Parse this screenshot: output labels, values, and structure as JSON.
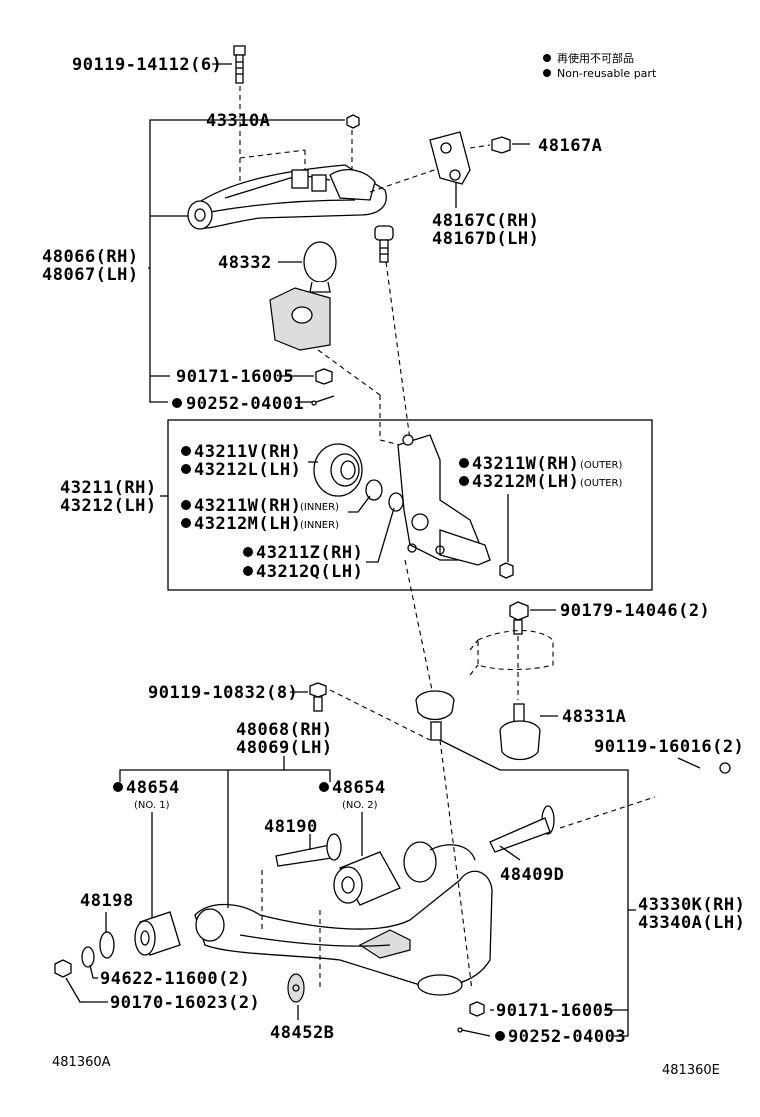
{
  "legend": {
    "line_ja": "再使用不可部品",
    "line_en": "Non-reusable part"
  },
  "labels": {
    "bolt_upper": "90119-14112(6)",
    "upper_arm_sub": "43310A",
    "bracket_bolt": "48167A",
    "bracket_rh": "48167C(RH)",
    "bracket_lh": "48167D(LH)",
    "upper_arm_rh": "48066(RH)",
    "upper_arm_lh": "48067(LH)",
    "ball_joint_cover": "48332",
    "nut_upper": "90171-16005",
    "pin_upper": "90252-04001",
    "knuckle_rh": "43211(RH)",
    "knuckle_lh": "43212(LH)",
    "seal_v_rh": "43211V(RH)",
    "seal_l_lh": "43212L(LH)",
    "bearing_w_rh_inner": "43211W(RH)",
    "bearing_m_lh_inner": "43212M(LH)",
    "inner_note": "(INNER)",
    "bearing_z_rh": "43211Z(RH)",
    "bearing_q_lh": "43212Q(LH)",
    "bearing_w_rh_outer": "43211W(RH)",
    "bearing_m_lh_outer": "43212M(LH)",
    "outer_note": "(OUTER)",
    "bolt_balljoint": "90179-14046(2)",
    "lower_balljoint": "48331A",
    "bolt_lower_small": "90119-10832(8)",
    "lower_arm_rh": "48068(RH)",
    "lower_arm_lh": "48069(LH)",
    "bolt_long": "90119-16016(2)",
    "bushing_1": "48654",
    "bushing_1_note": "(NO. 1)",
    "bushing_2": "48654",
    "bushing_2_note": "(NO. 2)",
    "bolt_48190": "48190",
    "bolt_48409d": "48409D",
    "washer_48198": "48198",
    "washer_94622": "94622-11600(2)",
    "nut_90170": "90170-16023(2)",
    "cam_48452b": "48452B",
    "lower_arm_sub_rh": "43330K(RH)",
    "lower_arm_sub_lh": "43340A(LH)",
    "nut_lower": "90171-16005",
    "pin_lower": "90252-04003"
  },
  "footer": {
    "left_code": "481360A",
    "right_code": "481360E"
  }
}
